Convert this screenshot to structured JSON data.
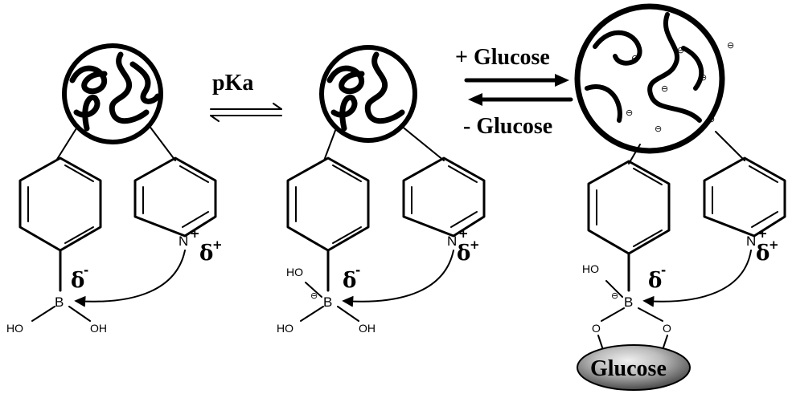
{
  "arrows": {
    "pka_label": "pKa",
    "add_label": "+ Glucose",
    "remove_label": "- Glucose"
  },
  "atoms": {
    "boron": "B",
    "nitrogen": "N",
    "oxygen": "O",
    "hydroxyl": "HO",
    "hydroxyl_right": "OH"
  },
  "charges": {
    "delta_minus": "δ",
    "delta_plus": "δ",
    "minus_sign": "-",
    "plus_sign": "+",
    "negative_symbol": "⊖"
  },
  "glucose_label": "Glucose"
}
